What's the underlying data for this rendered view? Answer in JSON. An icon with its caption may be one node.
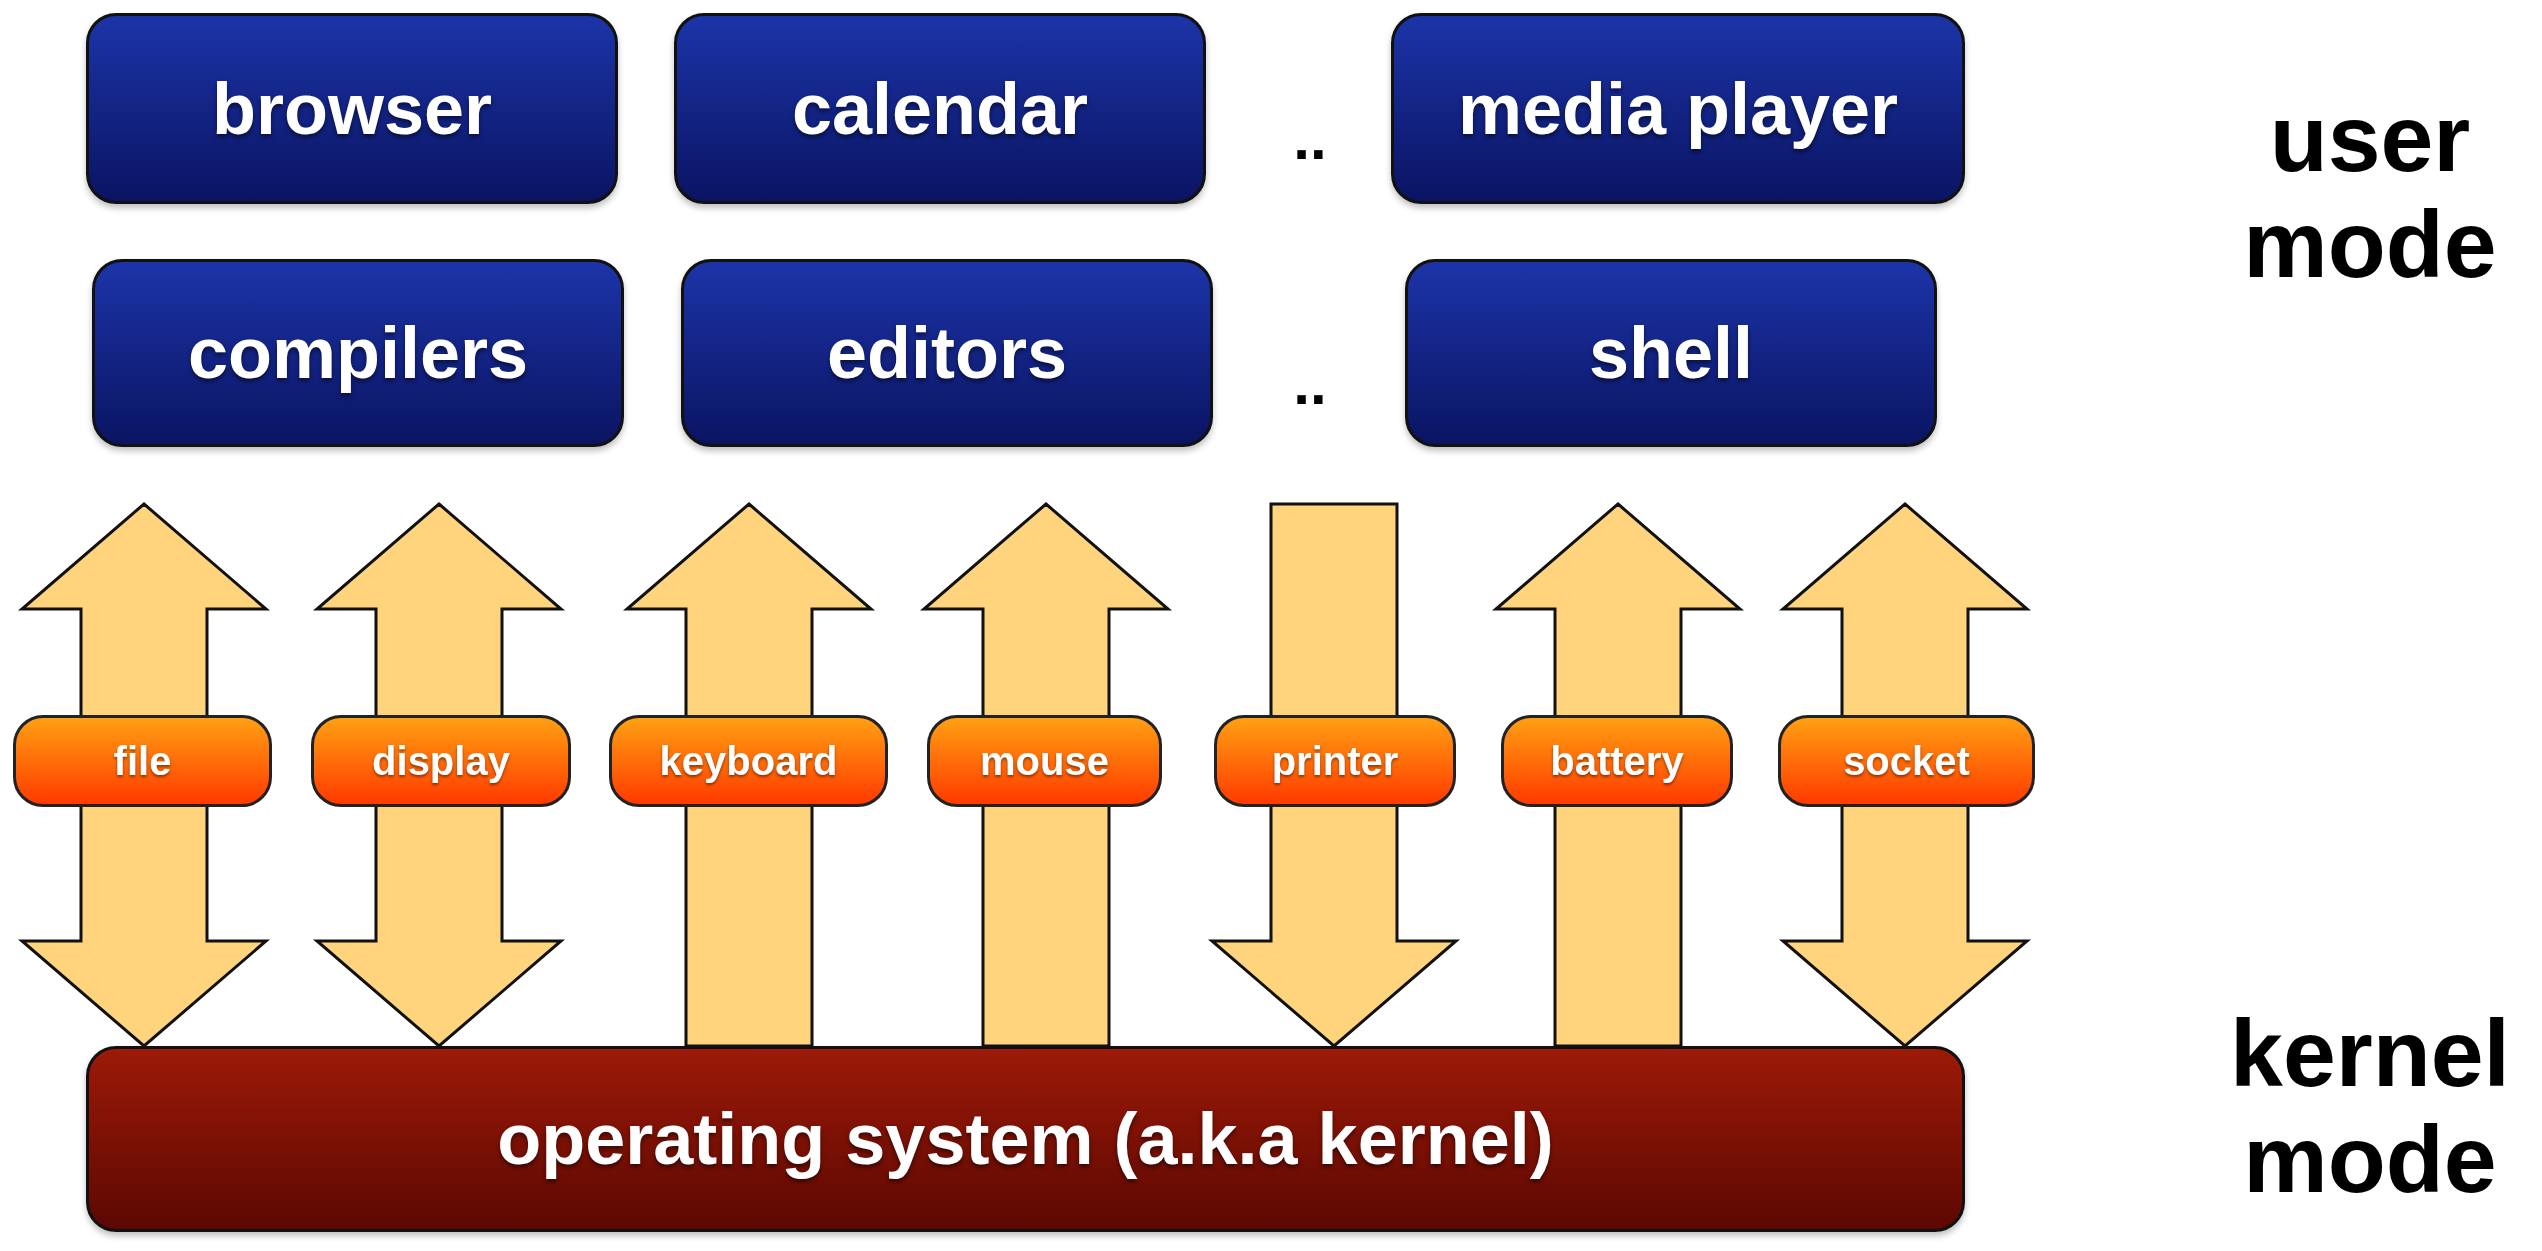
{
  "diagram": {
    "nodes": [
      {
        "text": [
          "browser"
        ]
      },
      {
        "text": [
          "calendar"
        ]
      },
      {
        "text": [
          "media player"
        ]
      },
      {
        "text": [
          "compilers"
        ]
      },
      {
        "text": [
          "editors"
        ]
      },
      {
        "text": [
          "shell"
        ]
      },
      {
        "text": [
          "operating system (a.k.a kernel)"
        ]
      }
    ],
    "edges": [
      {
        "from": 6,
        "to": null,
        "arrow": "both",
        "label": "file"
      },
      {
        "from": 6,
        "to": null,
        "arrow": "both",
        "label": "display"
      },
      {
        "from": 6,
        "to": null,
        "arrow": "to",
        "label": "keyboard"
      },
      {
        "from": 6,
        "to": null,
        "arrow": "to",
        "label": "mouse"
      },
      {
        "from": null,
        "to": 6,
        "arrow": "to",
        "label": "printer"
      },
      {
        "from": 6,
        "to": null,
        "arrow": "to",
        "label": "battery"
      },
      {
        "from": 6,
        "to": null,
        "arrow": "both",
        "label": "socket"
      }
    ],
    "labels": [
      "..",
      "user mode",
      "..",
      "kernel mode"
    ]
  }
}
